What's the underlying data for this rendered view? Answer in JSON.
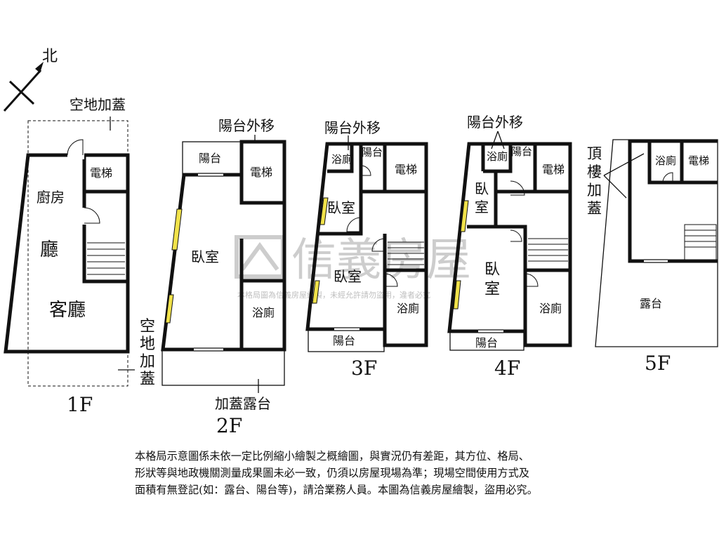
{
  "compass": {
    "label": "北"
  },
  "watermark": {
    "brand": "信義房屋",
    "notice": "本格局圖為信義房屋繪製，未經允許請勿盜用，違者必究"
  },
  "floors": {
    "f1": {
      "label": "1F",
      "rooms": {
        "kitchen": "廚房",
        "hall": "廳",
        "living": "客廳",
        "elevator": "電梯"
      },
      "annotations": {
        "top": "空地加蓋",
        "bottom": "空地加蓋"
      }
    },
    "f2": {
      "label": "2F",
      "rooms": {
        "balcony": "陽台",
        "elevator": "電梯",
        "bedroom": "臥室",
        "bathroom": "浴廁"
      },
      "annotations": {
        "top": "陽台外移",
        "bottom": "加蓋露台"
      }
    },
    "f3": {
      "label": "3F",
      "rooms": {
        "bath_small": "浴廁",
        "balcony_small": "陽台",
        "elevator": "電梯",
        "bedroom1": "臥室",
        "bedroom2": "臥室",
        "bathroom": "浴廁",
        "balcony": "陽台"
      },
      "annotations": {
        "top": "陽台外移"
      }
    },
    "f4": {
      "label": "4F",
      "rooms": {
        "bath_small": "浴廁",
        "balcony_small": "陽台",
        "elevator": "電梯",
        "bedroom1": "臥室",
        "bedroom2": "臥室",
        "bathroom": "浴廁",
        "balcony": "陽台"
      },
      "annotations": {
        "top": "陽台外移"
      }
    },
    "f5": {
      "label": "5F",
      "rooms": {
        "bathroom": "浴廁",
        "elevator": "電梯",
        "terrace": "露台"
      },
      "annotations": {
        "side": "頂樓加蓋"
      }
    }
  },
  "disclaimer": {
    "line1": "本格局示意圖係未依一定比例縮小繪製之概繪圖，與實況仍有差距，其方位、格局、",
    "line2": "形狀等與地政機關測量成果圖未必一致，仍須以房屋現場為準；現場空間使用方式及",
    "line3": "面積有無登記(如：露台、陽台等)，請洽業務人員。本圖為信義房屋繪製，盜用必究。"
  }
}
